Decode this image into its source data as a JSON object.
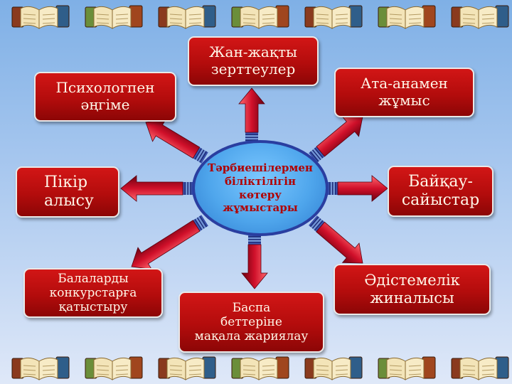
{
  "center": {
    "label": "Тәрбиешілермен\nбіліктілігін\nкөтеру\nжұмыстары"
  },
  "nodes": [
    {
      "id": "research",
      "label": "Жан-жақты\nзерттеулер"
    },
    {
      "id": "psychologist",
      "label": "Психологпен\nәңгіме"
    },
    {
      "id": "parents",
      "label": "Ата-анамен\nжұмыс"
    },
    {
      "id": "opinion",
      "label": "Пікір\nалысу"
    },
    {
      "id": "contests",
      "label": "Байқау-\nсайыстар"
    },
    {
      "id": "children",
      "label": "Балаларды\nконкурстарға\nқатыстыру"
    },
    {
      "id": "press",
      "label": "Баспа\nбеттеріне\nмақала жариялау"
    },
    {
      "id": "methodical",
      "label": "Әдістемелік\nжиналысы"
    }
  ],
  "colors": {
    "box_fill": "#c01010",
    "box_border": "#e9e9e9",
    "box_text": "#fff6e8",
    "center_fill": "#4fa6ec",
    "center_border": "#2a3ea0",
    "center_text": "#b00000",
    "arrow_light": "#ff6a70",
    "arrow_mid": "#d0102a",
    "arrow_dark": "#6a0010",
    "arrow_shaft_base": "#2a3ea0",
    "background_top": "#7fb0e6",
    "background_bottom": "#dfe8f8"
  },
  "decor": {
    "border_icon": "open-books-icon"
  }
}
